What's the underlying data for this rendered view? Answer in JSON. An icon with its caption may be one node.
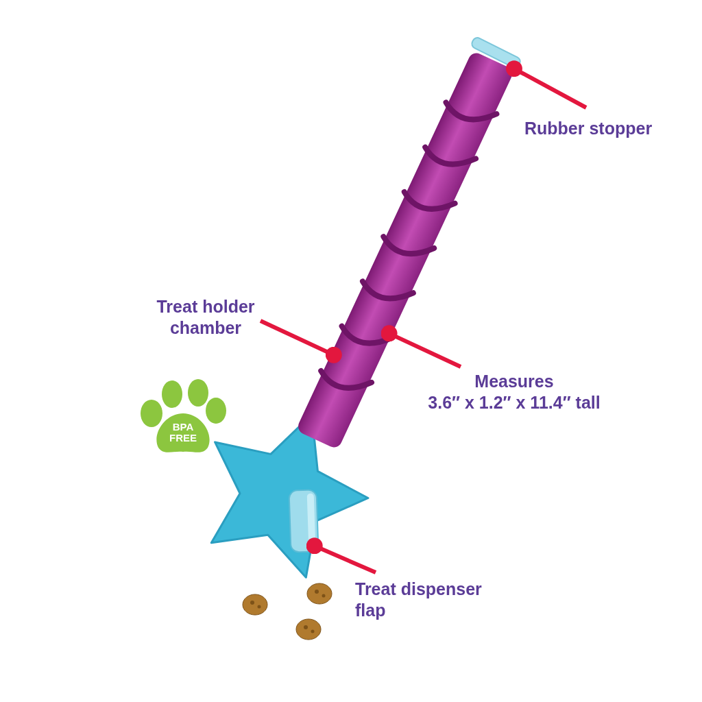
{
  "diagram": {
    "nodes": [
      {
        "text": [
          "Rubber stopper"
        ]
      },
      {
        "text": [],
        "shape": "cylinder"
      },
      {
        "text": [
          "Treat holder chamber"
        ]
      },
      {
        "text": [],
        "shape": "cylinder"
      },
      {
        "text": [
          "Measures",
          "3.6″ x 1.2″ x 11.4″ tall"
        ]
      },
      {
        "text": [
          "Treat dispenser flap"
        ]
      },
      {
        "text": [],
        "shape": "box"
      },
      {
        "text": [
          "BPA FREE"
        ]
      }
    ],
    "edges": [
      {
        "from": 0,
        "to": 1,
        "arrow": "other"
      },
      {
        "from": 2,
        "to": 3,
        "arrow": "other"
      },
      {
        "from": 4,
        "to": 3,
        "arrow": "other"
      },
      {
        "from": 5,
        "to": 6,
        "arrow": "other"
      }
    ]
  }
}
